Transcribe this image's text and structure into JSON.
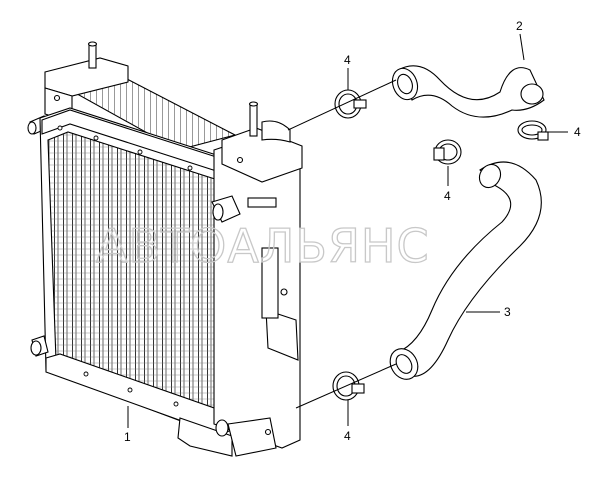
{
  "diagram": {
    "watermark": "АВТОАЛЬЯНС",
    "callouts": {
      "radiator": "1",
      "upper_hose": "2",
      "lower_hose": "3",
      "clamp_upper_left": "4",
      "clamp_upper_right": "4",
      "clamp_middle": "4",
      "clamp_lower": "4"
    }
  }
}
